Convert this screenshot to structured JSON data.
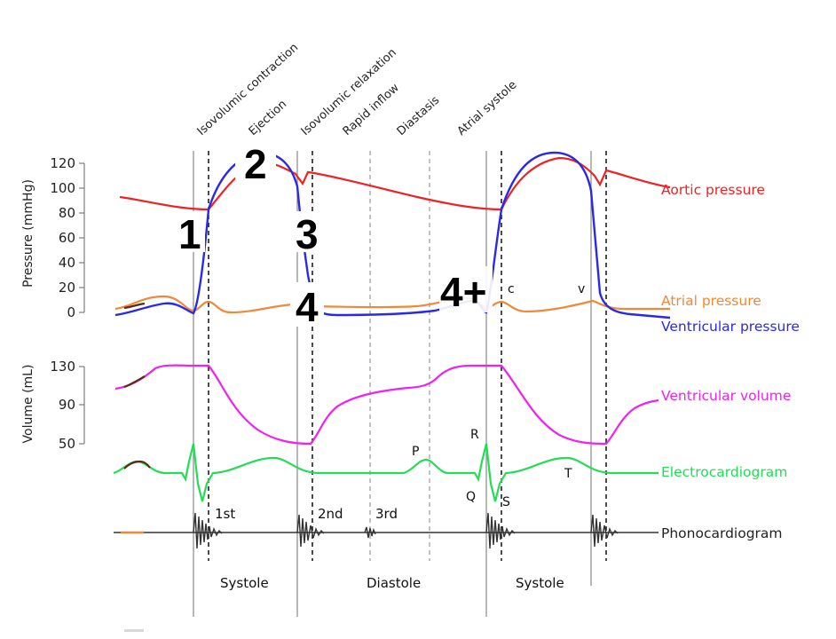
{
  "phases": [
    "Isovolumic contraction",
    "Ejection",
    "Isovolumic relaxation",
    "Rapid inflow",
    "Diastasis",
    "Atrial systole"
  ],
  "pressure_axis": {
    "title": "Pressure (mmHg)",
    "ticks": [
      "120",
      "100",
      "80",
      "60",
      "40",
      "20",
      "0"
    ]
  },
  "volume_axis": {
    "title": "Volume (mL)",
    "ticks": [
      "130",
      "90",
      "50"
    ]
  },
  "legend": {
    "aortic": {
      "label": "Aortic pressure",
      "color": "#ee2222"
    },
    "atrial": {
      "label": "Atrial pressure",
      "color": "#f0883a"
    },
    "ventricular": {
      "label": "Ventricular pressure",
      "color": "#2a2ae6"
    },
    "volume": {
      "label": "Ventricular volume",
      "color": "#ee22ee"
    },
    "ecg": {
      "label": "Electrocardiogram",
      "color": "#22dd55"
    },
    "phono": {
      "label": "Phonocardiogram",
      "color": "#333333"
    }
  },
  "wave_labels": {
    "c": "c",
    "v": "v",
    "P": "P",
    "R": "R",
    "Q": "Q",
    "S": "S",
    "T": "T"
  },
  "heart_sounds": [
    "1st",
    "2nd",
    "3rd"
  ],
  "periods": [
    "Systole",
    "Diastole",
    "Systole"
  ],
  "markers": [
    "1",
    "2",
    "3",
    "4",
    "4+"
  ]
}
